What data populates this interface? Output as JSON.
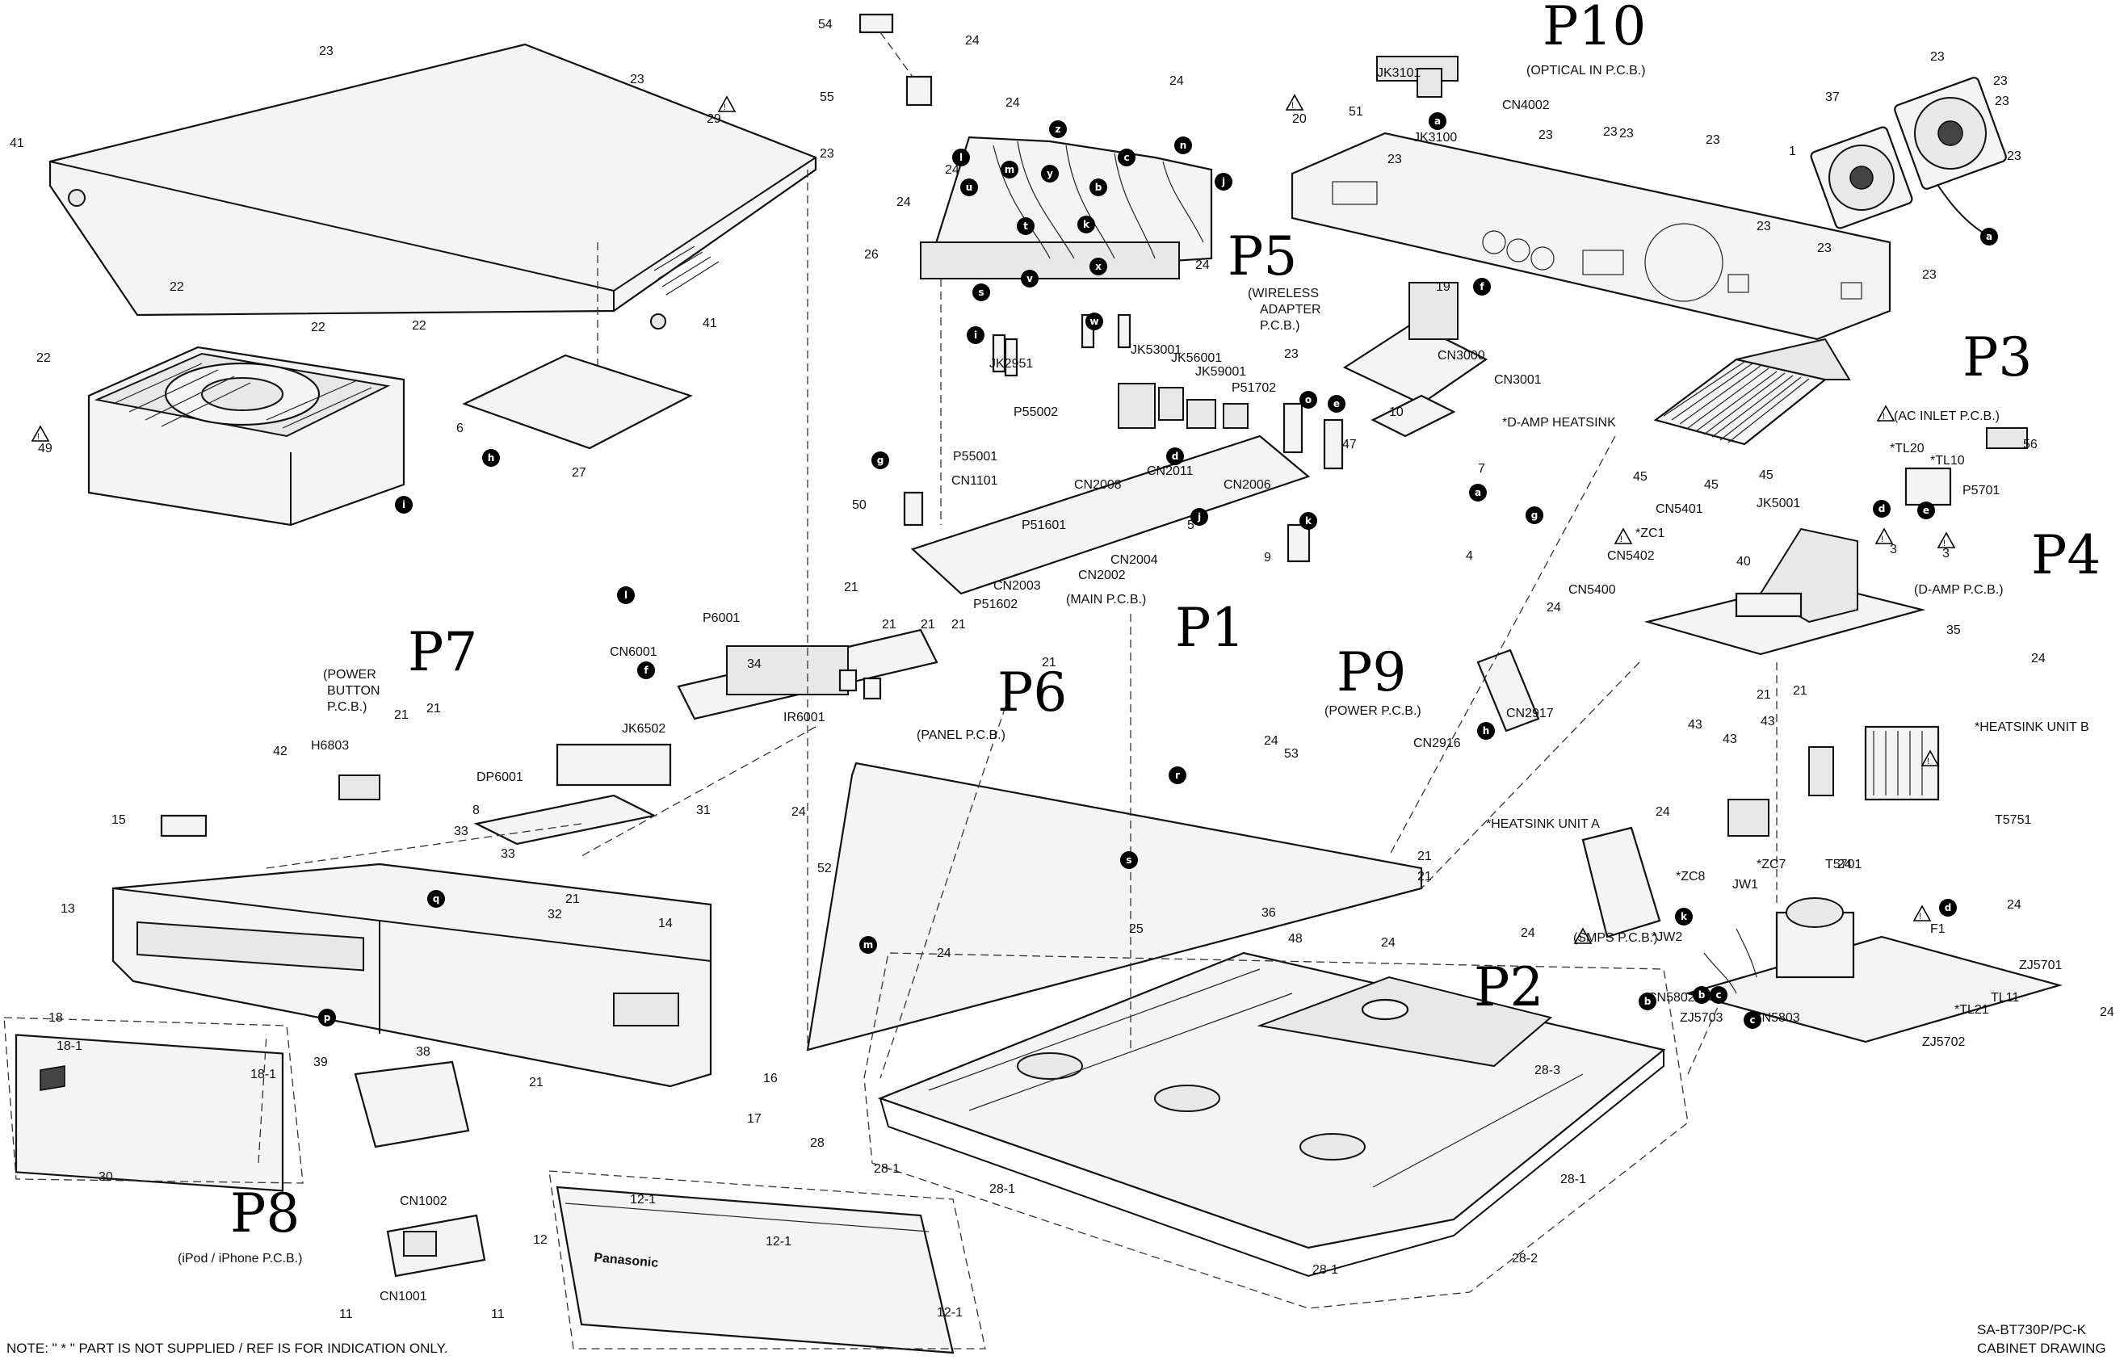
{
  "section_labels": [
    "P10",
    "P5",
    "P3",
    "P4",
    "P1",
    "P7",
    "P6",
    "P9",
    "P2",
    "P8"
  ],
  "footer": {
    "note": "NOTE: \" * \" PART IS NOT SUPPLIED / REF IS FOR INDICATION ONLY.",
    "model": "SA-BT730P/PC-K",
    "drawing_title": "CABINET DRAWING"
  },
  "board_labels": {
    "optical_in": "(OPTICAL IN P.C.B.)",
    "wireless_line1": "(WIRELESS",
    "wireless_line2": "ADAPTER",
    "wireless_line3": "P.C.B.)",
    "main": "(MAIN P.C.B.)",
    "power_button_line1": "(POWER",
    "power_button_line2": "BUTTON",
    "power_button_line3": "P.C.B.)",
    "panel": "(PANEL P.C.B.)",
    "power": "(POWER P.C.B.)",
    "ac_inlet": "(AC INLET P.C.B.)",
    "d_amp": "(D-AMP P.C.B.)",
    "d_amp_heatsink": "*D-AMP HEATSINK",
    "heatsink_a": "*HEATSINK UNIT A",
    "heatsink_b": "*HEATSINK UNIT B",
    "smps": "(SMPS P.C.B.)",
    "ipod": "(iPod / iPhone P.C.B.)"
  },
  "connector_labels": [
    "JK3101",
    "CN4002",
    "JK3100",
    "CN3000",
    "CN3001",
    "JK2951",
    "JK53001",
    "JK56001",
    "JK59001",
    "P51702",
    "P55002",
    "P55001",
    "CN1101",
    "CN2008",
    "CN2011",
    "CN2006",
    "P51601",
    "CN2004",
    "CN2002",
    "CN2003",
    "P51602",
    "P6001",
    "CN6001",
    "JK6502",
    "IR6001",
    "H6803",
    "DP6001",
    "CN2917",
    "CN2916",
    "JK5001",
    "CN5401",
    "*ZC1",
    "CN5402",
    "CN5400",
    "*TL20",
    "*TL10",
    "P5701",
    "T5751",
    "*ZC8",
    "*ZC7",
    "JW1",
    "*JW2",
    "T5701",
    "F1",
    "ZJ5701",
    "*TL21",
    "TL11",
    "CN5802",
    "ZJ5703",
    "CN5803",
    "ZJ5702",
    "CN1002",
    "CN1001"
  ],
  "part_numbers": [
    "1",
    "3",
    "4",
    "5",
    "6",
    "7",
    "8",
    "9",
    "10",
    "11",
    "12",
    "12-1",
    "13",
    "14",
    "15",
    "16",
    "17",
    "18",
    "18-1",
    "19",
    "20",
    "21",
    "22",
    "23",
    "24",
    "25",
    "26",
    "27",
    "28",
    "28-1",
    "28-2",
    "28-3",
    "29",
    "30",
    "31",
    "32",
    "33",
    "34",
    "35",
    "36",
    "37",
    "38",
    "39",
    "40",
    "41",
    "42",
    "43",
    "45",
    "47",
    "48",
    "49",
    "50",
    "51",
    "52",
    "53",
    "54",
    "55",
    "56"
  ],
  "callout_letters": [
    "a",
    "b",
    "c",
    "d",
    "e",
    "f",
    "g",
    "h",
    "i",
    "j",
    "k",
    "l",
    "m",
    "n",
    "o",
    "p",
    "q",
    "r",
    "s",
    "t",
    "u",
    "v",
    "w",
    "x",
    "y",
    "z"
  ],
  "brand_text": "Panasonic",
  "warning_symbol": "!"
}
